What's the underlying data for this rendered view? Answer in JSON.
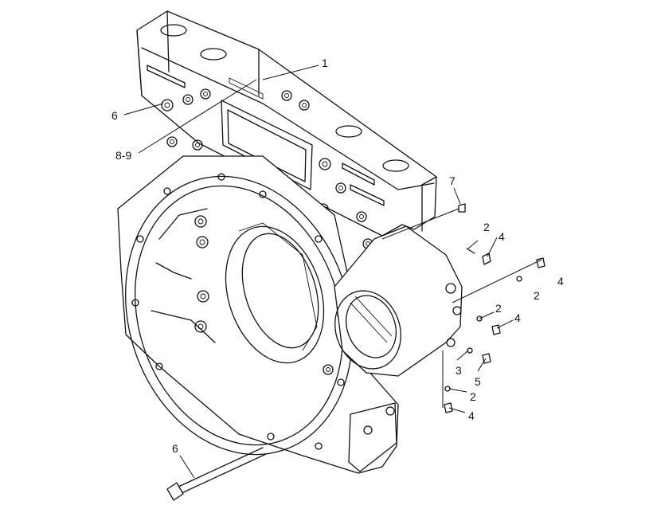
{
  "callouts": [
    {
      "id": "c1",
      "label": "1"
    },
    {
      "id": "c6a",
      "label": "6"
    },
    {
      "id": "c89",
      "label": "8-9"
    },
    {
      "id": "c7",
      "label": "7"
    },
    {
      "id": "c2a",
      "label": "2"
    },
    {
      "id": "c4a",
      "label": "4"
    },
    {
      "id": "c4b",
      "label": "4"
    },
    {
      "id": "c2b",
      "label": "2"
    },
    {
      "id": "c2c",
      "label": "2"
    },
    {
      "id": "c4c",
      "label": "4"
    },
    {
      "id": "c3",
      "label": "3"
    },
    {
      "id": "c5",
      "label": "5"
    },
    {
      "id": "c2d",
      "label": "2"
    },
    {
      "id": "c4d",
      "label": "4"
    },
    {
      "id": "c6b",
      "label": "6"
    }
  ]
}
